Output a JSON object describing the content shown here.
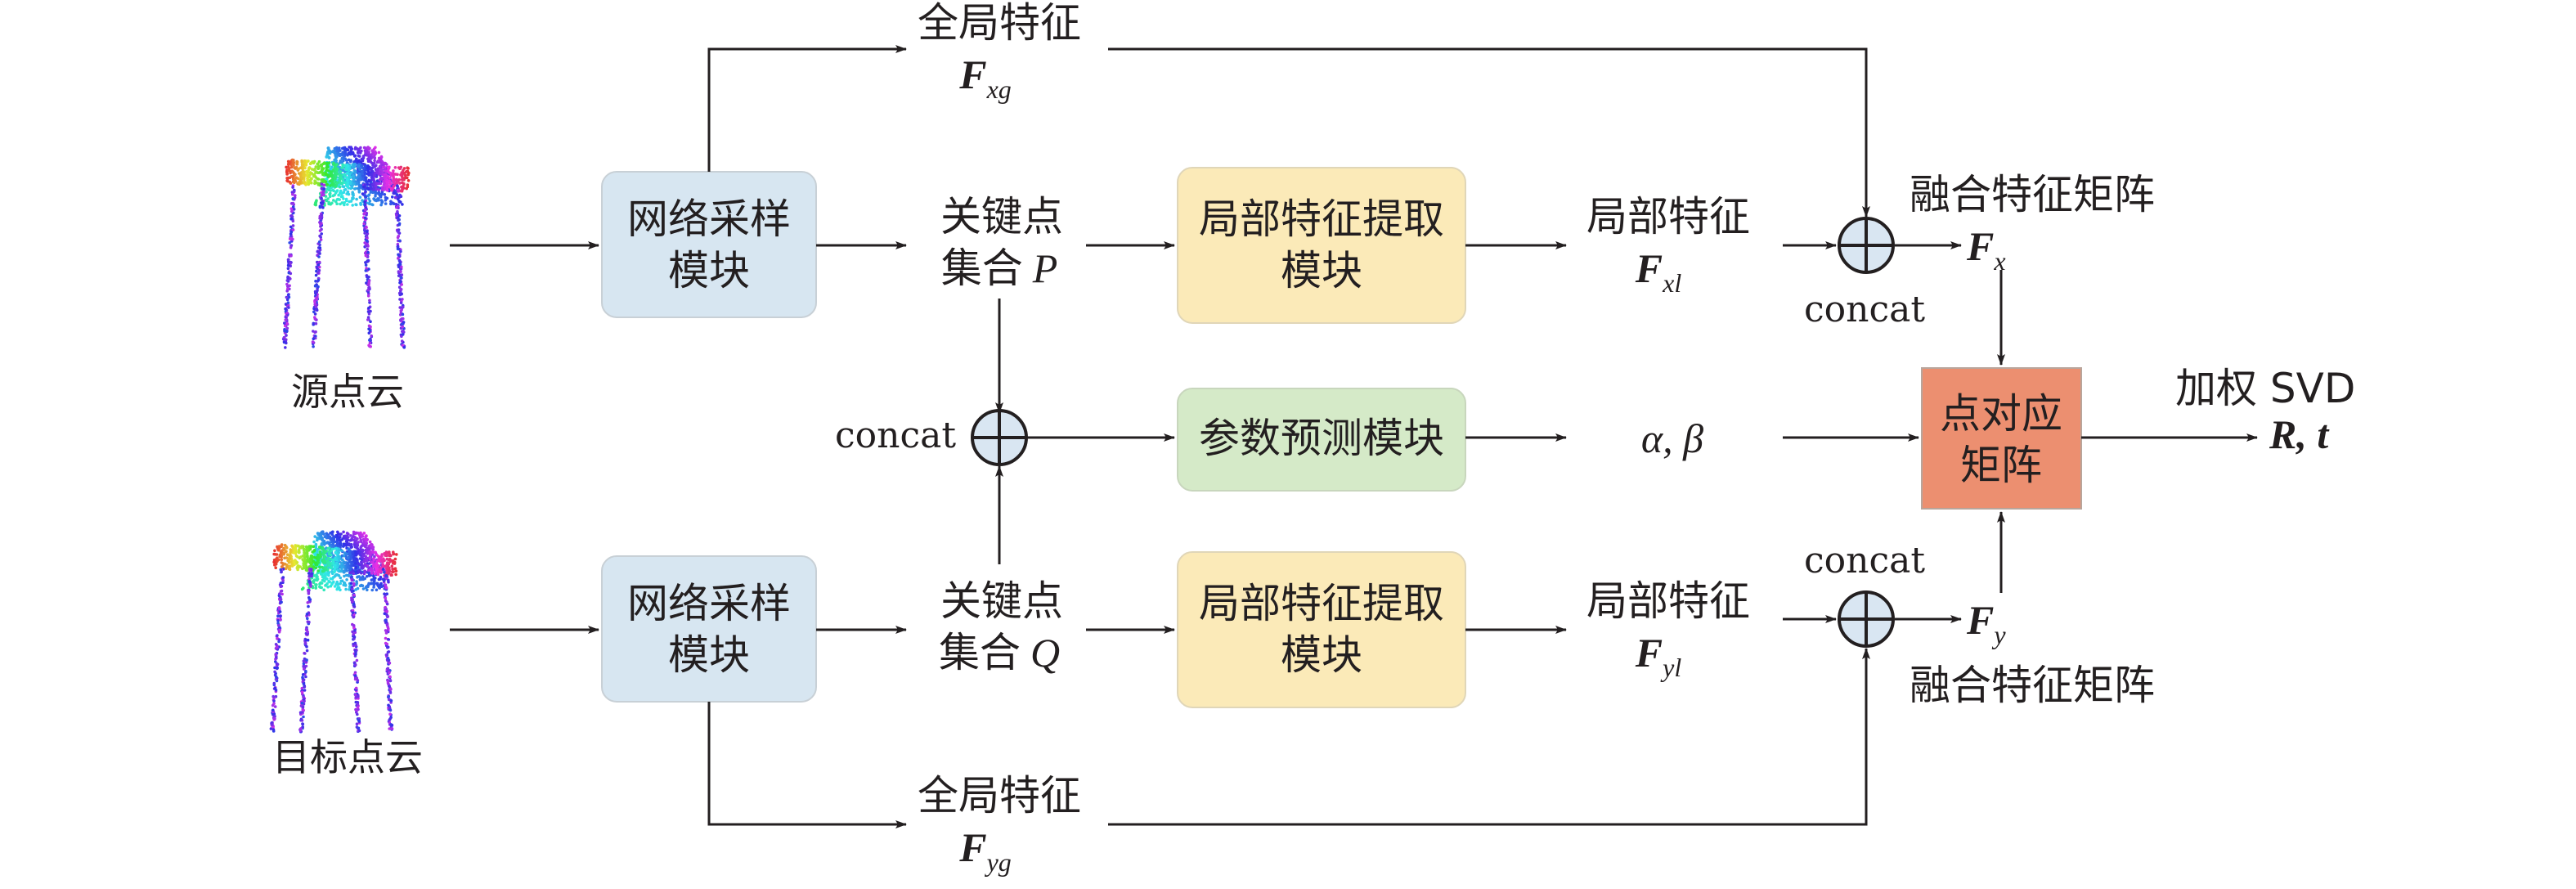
{
  "colors": {
    "sampling": "#d7e6f1",
    "local": "#fbeab8",
    "param": "#d5eac8",
    "corr": "#ec8f70",
    "oplus": "#d9e6f2"
  },
  "source_label": "源点云",
  "target_label": "目标点云",
  "sampling_top": {
    "line1": "网络采样",
    "line2": "模块"
  },
  "sampling_bottom": {
    "line1": "网络采样",
    "line2": "模块"
  },
  "keypoints_top": {
    "line1": "关键点",
    "line2": "集合",
    "var": "P"
  },
  "keypoints_bottom": {
    "line1": "关键点",
    "line2": "集合",
    "var": "Q"
  },
  "local_top": {
    "line1": "局部特征提取",
    "line2": "模块"
  },
  "local_bottom": {
    "line1": "局部特征提取",
    "line2": "模块"
  },
  "param_module": "参数预测模块",
  "params": "α, β",
  "global_top": {
    "label": "全局特征",
    "sym": "F",
    "sub": "xg"
  },
  "global_bottom": {
    "label": "全局特征",
    "sym": "F",
    "sub": "yg"
  },
  "localfeat_top": {
    "label": "局部特征",
    "sym": "F",
    "sub": "xl"
  },
  "localfeat_bottom": {
    "label": "局部特征",
    "sym": "F",
    "sub": "yl"
  },
  "fused_top": {
    "label": "融合特征矩阵",
    "sym": "F",
    "sub": "x"
  },
  "fused_bottom": {
    "label": "融合特征矩阵",
    "sym": "F",
    "sub": "y"
  },
  "concat": "concat",
  "corr_matrix": {
    "line1": "点对应",
    "line2": "矩阵"
  },
  "weighted_svd": "加权 SVD",
  "output": "R, t"
}
